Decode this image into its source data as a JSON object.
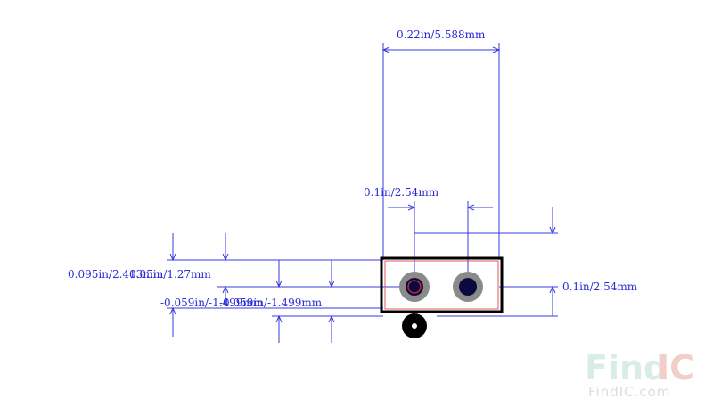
{
  "dimensions": {
    "overall_width": "0.22in/5.588mm",
    "pin_pitch": "0.1in/2.54mm",
    "body_height": "0.1in/2.54mm",
    "left_top": "0.095in/2.413mm",
    "left_top_overlap": "0.05in/1.27mm",
    "left_bottom": "-0.059in/-1.499mm",
    "left_bottom_overlap": "-0.059in/-1.499mm"
  },
  "watermark": {
    "logo_find": "Find",
    "logo_ic": "IC",
    "site": "FindIC.com"
  },
  "colors": {
    "dimension": "#3a3ae0",
    "outline": "#000000",
    "courtyard": "#e05a5a",
    "pad": "#8a8a8a",
    "drill": "#0a0a40"
  }
}
